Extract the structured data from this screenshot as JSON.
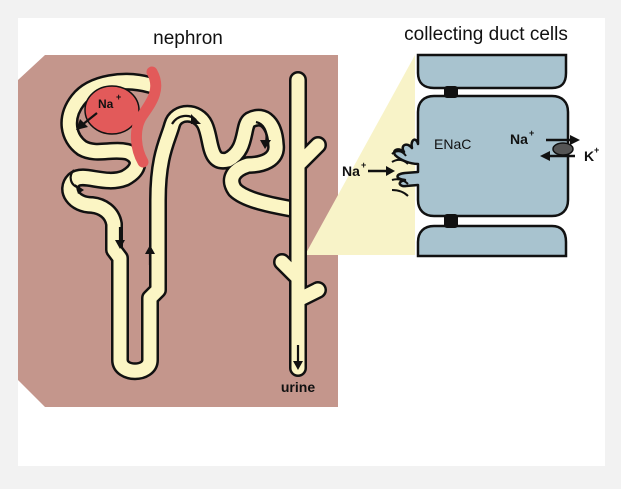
{
  "titles": {
    "nephron": "nephron",
    "collecting_duct": "collecting duct cells"
  },
  "labels": {
    "na_glomerulus": "Na",
    "na_glomerulus_sup": "+",
    "enac": "ENaC",
    "na_channel": "Na",
    "na_channel_sup": "+",
    "na_pump": "Na",
    "na_pump_sup": "+",
    "k_pump": "K",
    "k_pump_sup": "+",
    "urine": "urine"
  },
  "colors": {
    "background": "#f2f2f2",
    "panel": "#ffffff",
    "tissue": "#c4968c",
    "tubule": "#fbf5c4",
    "glomerulus": "#e25a5a",
    "cell": "#a8c3cf",
    "zoom_wedge": "#f8f3c8",
    "outline": "#111111"
  }
}
